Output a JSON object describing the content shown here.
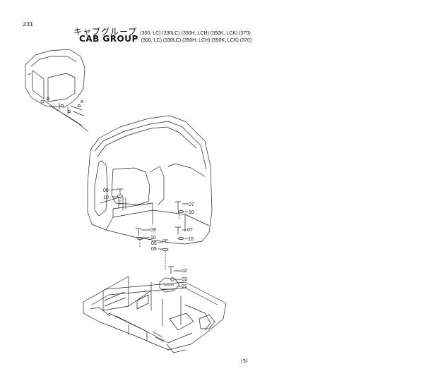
{
  "page_number": "231",
  "title_jp": "キャブグループ",
  "title_en": "CAB GROUP",
  "variants_jp": "(300, LC) (330LC) (350H, LCH) (350K, LCK) (370)",
  "variants_en": "(300, LC) (330LC) (350H, LCH) (350K, LCK) (370)",
  "footer_code": "(5)",
  "part_labels": {
    "p09a": "09",
    "p10a": "10",
    "p07a": "07",
    "p10b": "10",
    "p09b": "09",
    "p07b": "07",
    "p10c": "10",
    "p10d": "10",
    "p05a": "05",
    "p05b": "05",
    "p02": "02",
    "p03": "03",
    "p01": "01"
  }
}
